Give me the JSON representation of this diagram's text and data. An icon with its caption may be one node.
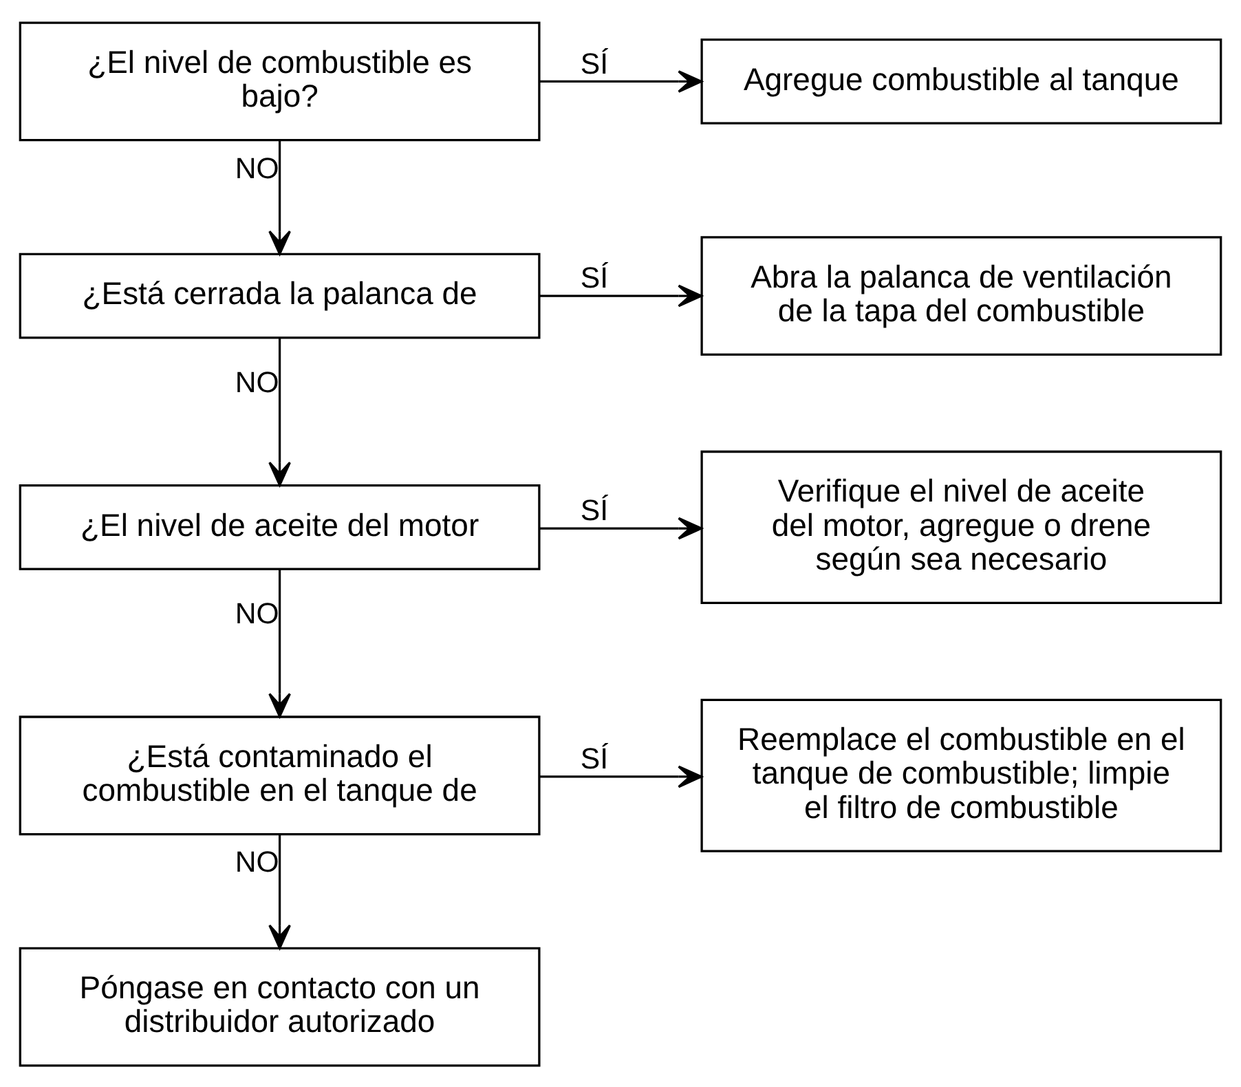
{
  "diagram": {
    "nodes": [
      {
        "text": [
          "¿El nivel de combustible es bajo?"
        ]
      },
      {
        "text": [
          "Agregue combustible al tanque"
        ]
      },
      {
        "text": [
          "¿Está cerrada la palanca de"
        ]
      },
      {
        "text": [
          "Abra la palanca de ventilación de la tapa del combustible"
        ]
      },
      {
        "text": [
          "¿El nivel de aceite del motor"
        ]
      },
      {
        "text": [
          "Verifique el nivel de aceite del motor, agregue o drene según sea necesario"
        ]
      },
      {
        "text": [
          "¿Está contaminado el combustible en el tanque de"
        ]
      },
      {
        "text": [
          "Reemplace el combustible en el tanque de combustible; limpie el filtro de combustible"
        ]
      },
      {
        "text": [
          "Póngase en contacto con un distribuidor autorizado"
        ]
      }
    ],
    "edges": [
      {
        "from": 0,
        "to": 1,
        "arrow": "to",
        "label": "SÍ"
      },
      {
        "from": 0,
        "to": 2,
        "arrow": "to",
        "label": "NO"
      },
      {
        "from": 2,
        "to": 3,
        "arrow": "to",
        "label": "SÍ"
      },
      {
        "from": 2,
        "to": 4,
        "arrow": "to",
        "label": "NO"
      },
      {
        "from": 4,
        "to": 5,
        "arrow": "to",
        "label": "SÍ"
      },
      {
        "from": 4,
        "to": 6,
        "arrow": "to",
        "label": "NO"
      },
      {
        "from": 6,
        "to": 7,
        "arrow": "to",
        "label": "SÍ"
      },
      {
        "from": 6,
        "to": 8,
        "arrow": "to",
        "label": "NO"
      }
    ]
  }
}
